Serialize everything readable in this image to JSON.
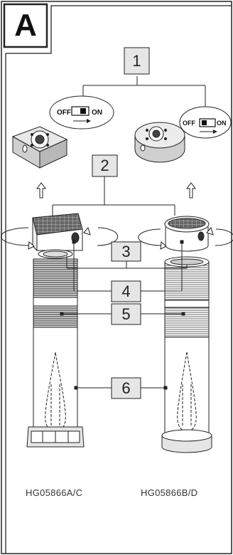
{
  "panel": {
    "letter": "A"
  },
  "callouts": [
    "1",
    "2",
    "3",
    "4",
    "5",
    "6"
  ],
  "switch": {
    "off_label": "OFF",
    "on_label": "ON"
  },
  "models": {
    "left": "HG05866A/C",
    "right": "HG05866B/D"
  }
}
